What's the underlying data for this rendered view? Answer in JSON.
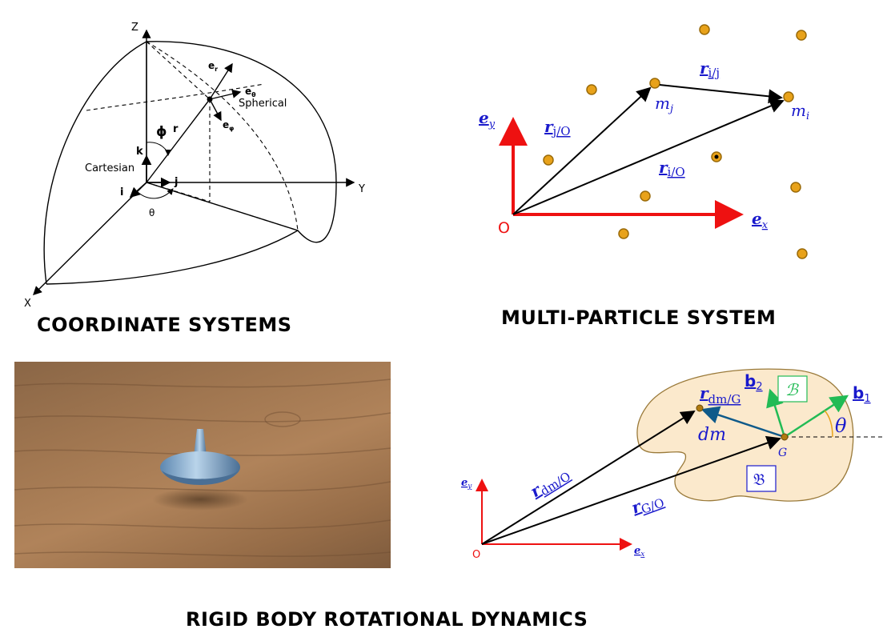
{
  "captions": {
    "coordinate_systems": "COORDINATE SYSTEMS",
    "multi_particle": "MULTI-PARTICLE SYSTEM",
    "rigid_body": "RIGID BODY ROTATIONAL DYNAMICS"
  },
  "coord_panel": {
    "axis_z": "Z",
    "axis_y": "Y",
    "axis_x": "X",
    "e_r": "e",
    "e_r_sub": "r",
    "e_theta": "e",
    "e_theta_sub": "θ",
    "e_phi": "e",
    "e_phi_sub": "φ",
    "spherical": "Spherical",
    "cartesian": "Cartesian",
    "phi": "ϕ",
    "r": "r",
    "theta": "θ",
    "i": "i",
    "j": "j",
    "k": "k"
  },
  "multi_panel": {
    "origin": "O",
    "e_y": "e",
    "e_y_sub": "y",
    "e_x": "e",
    "e_x_sub": "x",
    "m_j": "m",
    "m_j_sub": "j",
    "m_i": "m",
    "m_i_sub": "i",
    "r_ij": "r",
    "r_ij_sub": "i/j",
    "r_jO": "r",
    "r_jO_sub": "j/O",
    "r_iO": "r",
    "r_iO_sub": "i/O"
  },
  "rigid_panel": {
    "origin": "O",
    "e_y": "e",
    "e_y_sub": "y",
    "e_x": "e",
    "e_x_sub": "x",
    "b2": "b",
    "b2_sub": "2",
    "b1": "b",
    "b1_sub": "1",
    "body_frame": "ℬ",
    "body_frak": "𝔅",
    "r_dmG": "r",
    "r_dmG_sub": "dm/G",
    "dm": "dm",
    "G": "G",
    "theta": "θ",
    "r_dmO": "r",
    "r_dmO_sub": "dm/O",
    "r_GO": "r",
    "r_GO_sub": "G/O"
  },
  "colors": {
    "red_axis": "#ee1111",
    "blue_label": "#1a1acc",
    "particle_fill": "#e8a21a",
    "particle_stroke": "#9a6a08",
    "body_fill": "#fbe9cc",
    "green_vec": "#22bb55",
    "teal_vec": "#0e5a8a"
  }
}
